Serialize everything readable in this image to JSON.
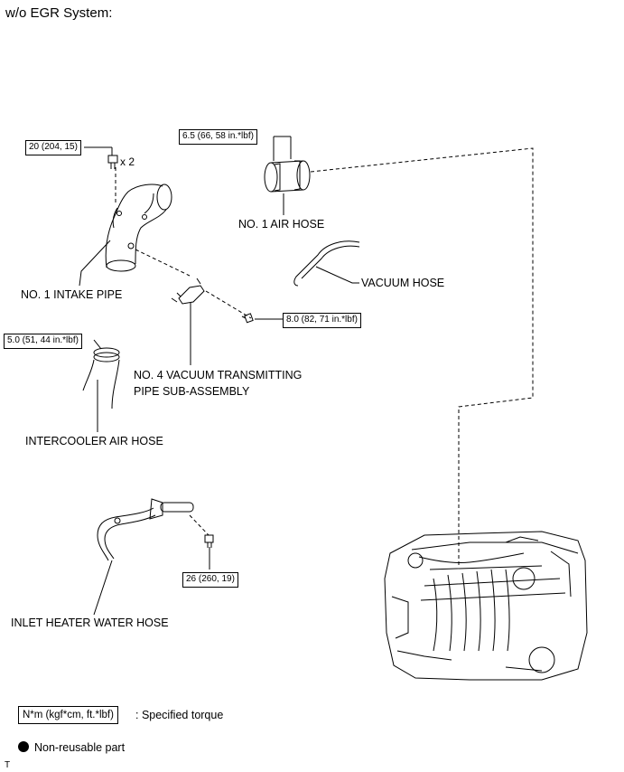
{
  "title": "w/o EGR System:",
  "torques": {
    "intake_pipe_bolt": "20 (204, 15)",
    "intake_pipe_bolt_qty": "x 2",
    "air_hose_clamp": "6.5 (66, 58 in.*lbf)",
    "vacuum_pipe_bolt": "8.0 (82, 71 in.*lbf)",
    "intercooler_clamp": "5.0 (51, 44 in.*lbf)",
    "heater_hose_bolt": "26 (260, 19)"
  },
  "parts": {
    "no1_air_hose": "NO. 1 AIR HOSE",
    "vacuum_hose": "VACUUM HOSE",
    "no1_intake_pipe": "NO. 1 INTAKE PIPE",
    "no4_vacuum_line1": "NO. 4 VACUUM TRANSMITTING",
    "no4_vacuum_line2": "PIPE SUB-ASSEMBLY",
    "intercooler_air_hose": "INTERCOOLER AIR HOSE",
    "inlet_heater_water_hose": "INLET HEATER WATER HOSE"
  },
  "legend": {
    "torque_unit": "N*m (kgf*cm, ft.*lbf)",
    "torque_desc": ": Specified torque",
    "nonreusable_desc": "Non-reusable part"
  },
  "footer_mark": "T"
}
